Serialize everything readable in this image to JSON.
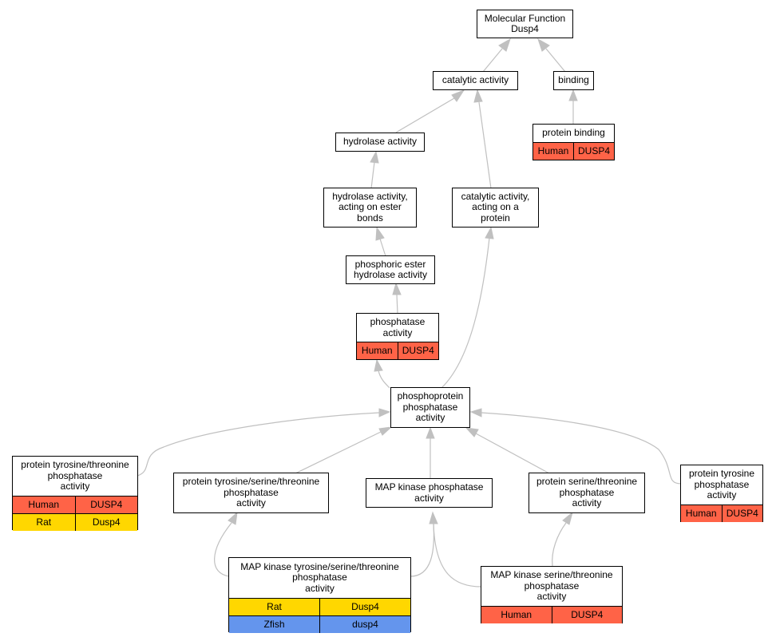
{
  "colors": {
    "human": "#ff6347",
    "rat": "#ffd700",
    "zfish": "#6495ed",
    "edge": "#c0c0c0"
  },
  "nodes": {
    "mf": {
      "label": "Molecular Function\nDusp4"
    },
    "catalytic": {
      "label": "catalytic activity"
    },
    "binding": {
      "label": "binding"
    },
    "protein_binding": {
      "label": "protein binding",
      "rows": [
        {
          "species": "Human",
          "gene": "DUSP4"
        }
      ]
    },
    "hydrolase": {
      "label": "hydrolase activity"
    },
    "hydrolase_ester": {
      "label": "hydrolase activity,\nacting on ester\nbonds"
    },
    "catalytic_protein": {
      "label": "catalytic activity,\nacting on a\nprotein"
    },
    "phosphoric_ester": {
      "label": "phosphoric ester\nhydrolase activity"
    },
    "phosphatase": {
      "label": "phosphatase\nactivity",
      "rows": [
        {
          "species": "Human",
          "gene": "DUSP4"
        }
      ]
    },
    "phosphoprotein": {
      "label": "phosphoprotein\nphosphatase\nactivity"
    },
    "ptt": {
      "label": "protein tyrosine/threonine\nphosphatase\nactivity",
      "rows": [
        {
          "species": "Human",
          "gene": "DUSP4"
        },
        {
          "species": "Rat",
          "gene": "Dusp4"
        }
      ]
    },
    "ptst": {
      "label": "protein tyrosine/serine/threonine\nphosphatase\nactivity"
    },
    "mapk": {
      "label": "MAP kinase phosphatase\nactivity"
    },
    "pst": {
      "label": "protein serine/threonine\nphosphatase\nactivity"
    },
    "pt": {
      "label": "protein tyrosine\nphosphatase\nactivity",
      "rows": [
        {
          "species": "Human",
          "gene": "DUSP4"
        }
      ]
    },
    "mapk_tst": {
      "label": "MAP kinase tyrosine/serine/threonine\nphosphatase\nactivity",
      "rows": [
        {
          "species": "Rat",
          "gene": "Dusp4"
        },
        {
          "species": "Zfish",
          "gene": "dusp4"
        }
      ]
    },
    "mapk_st": {
      "label": "MAP kinase serine/threonine\nphosphatase\nactivity",
      "rows": [
        {
          "species": "Human",
          "gene": "DUSP4"
        }
      ]
    }
  }
}
